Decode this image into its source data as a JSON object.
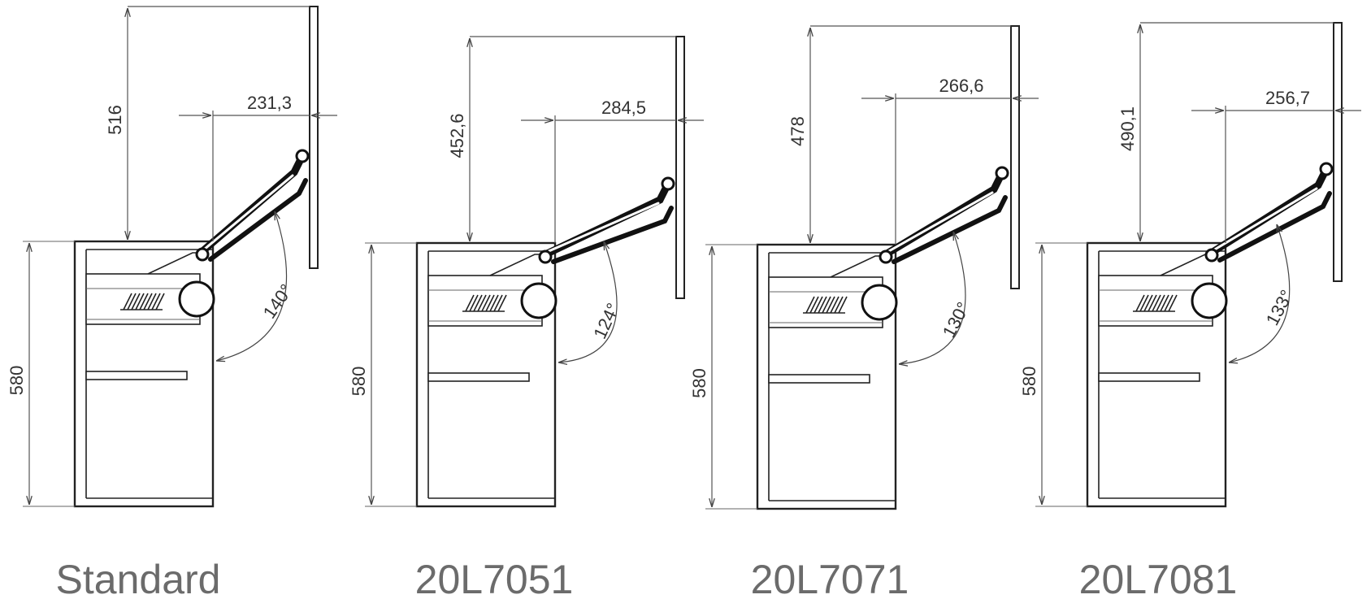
{
  "figures": [
    {
      "caption": "Standard",
      "angle": "140°",
      "height_above": "516",
      "depth": "231,3",
      "cabinet_height": "580"
    },
    {
      "caption": "20L7051",
      "angle": "124°",
      "height_above": "452,6",
      "depth": "284,5",
      "cabinet_height": "580"
    },
    {
      "caption": "20L7071",
      "angle": "130°",
      "height_above": "478",
      "depth": "266,6",
      "cabinet_height": "580"
    },
    {
      "caption": "20L7081",
      "angle": "133°",
      "height_above": "490,1",
      "depth": "256,7",
      "cabinet_height": "580"
    }
  ],
  "colors": {
    "line": "#222222",
    "caption": "#6b6b6b",
    "dimension_text": "#333333"
  }
}
